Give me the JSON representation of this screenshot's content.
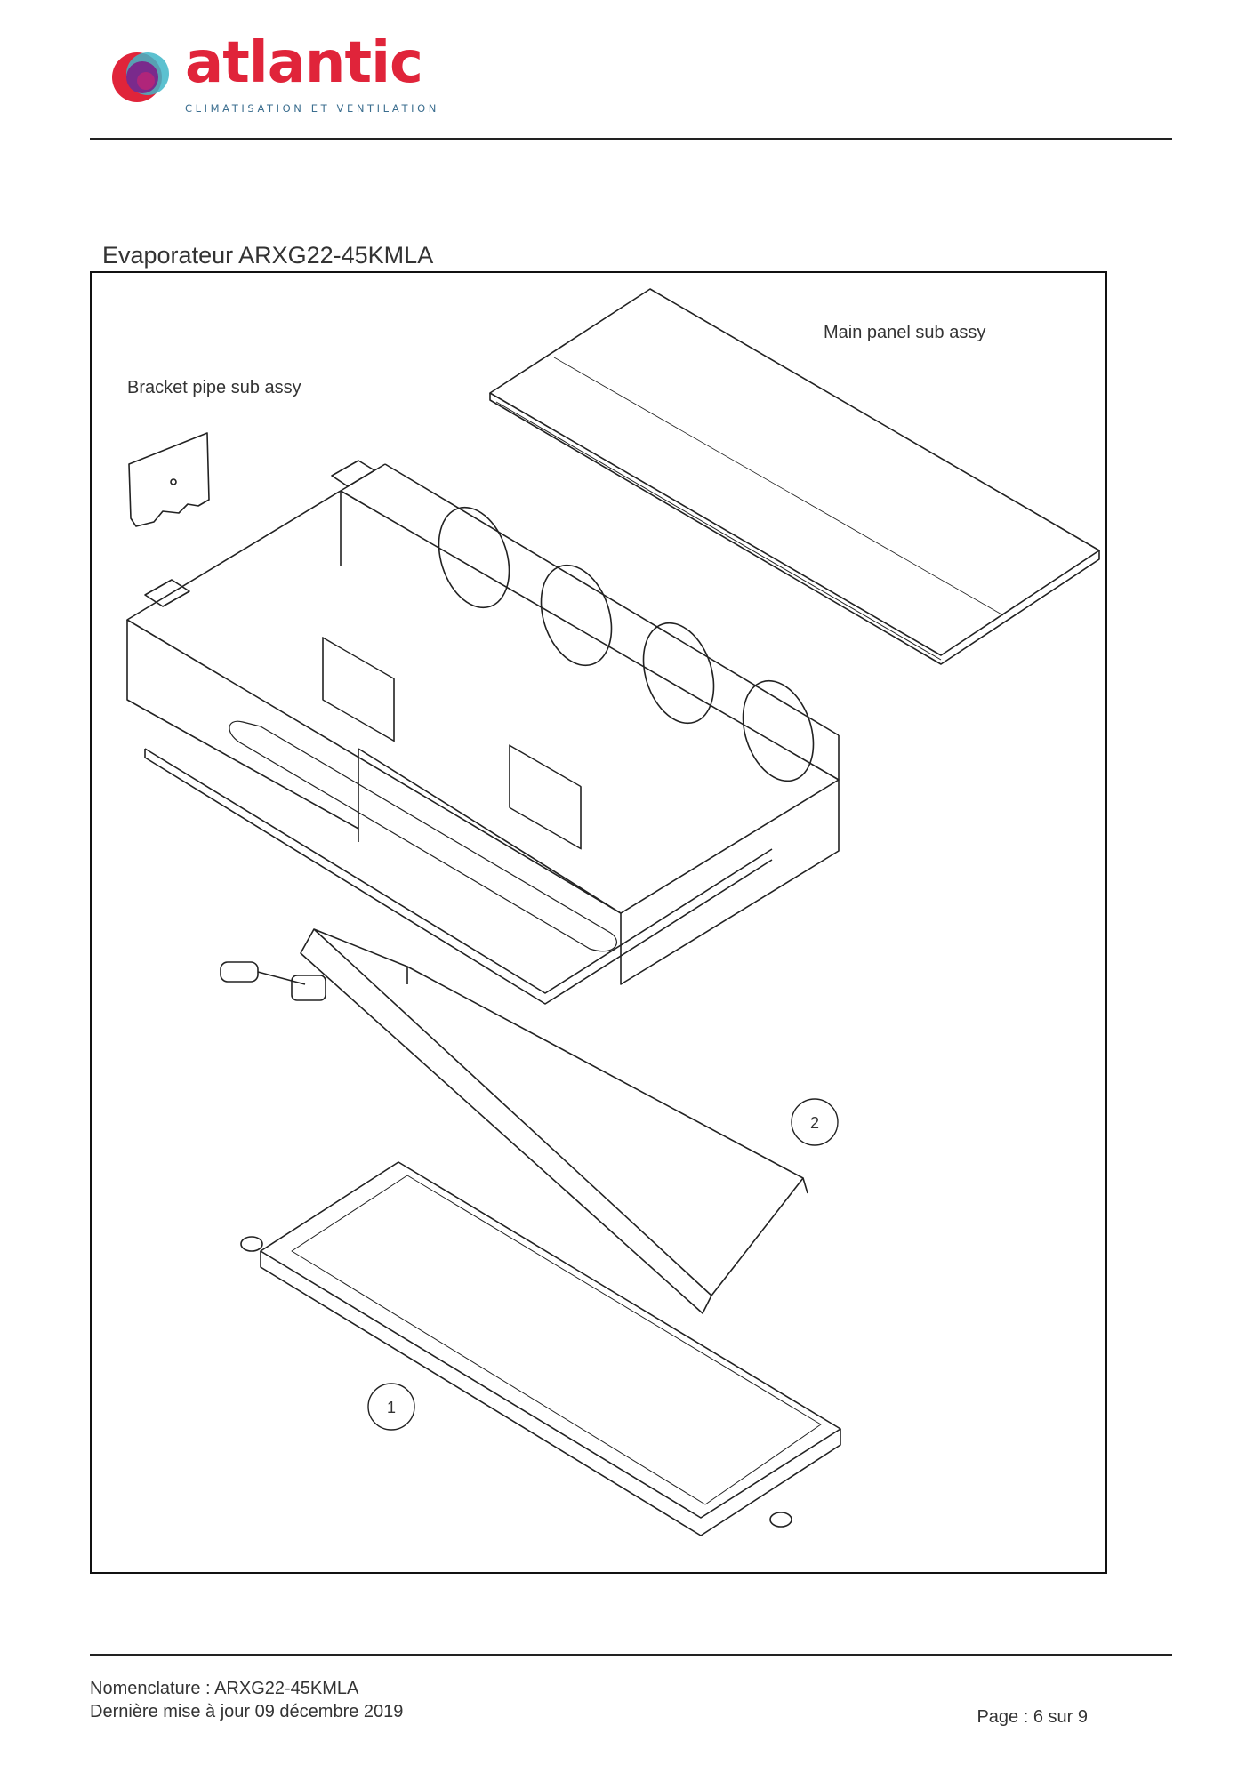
{
  "header": {
    "brand": "atlantic",
    "tagline": "CLIMATISATION ET VENTILATION",
    "brand_color": "#e0243a",
    "tagline_color": "#3b6e8f"
  },
  "section": {
    "title": "Evaporateur ARXG22-45KMLA"
  },
  "diagram": {
    "labels": {
      "main_panel": "Main panel sub assy",
      "bracket_pipe": "Bracket pipe sub assy"
    },
    "callouts": [
      "2",
      "1"
    ]
  },
  "footer": {
    "nomenclature": "Nomenclature : ARXG22-45KMLA",
    "updated": "Dernière mise à jour 09 décembre 2019",
    "page": "Page : 6 sur 9"
  }
}
